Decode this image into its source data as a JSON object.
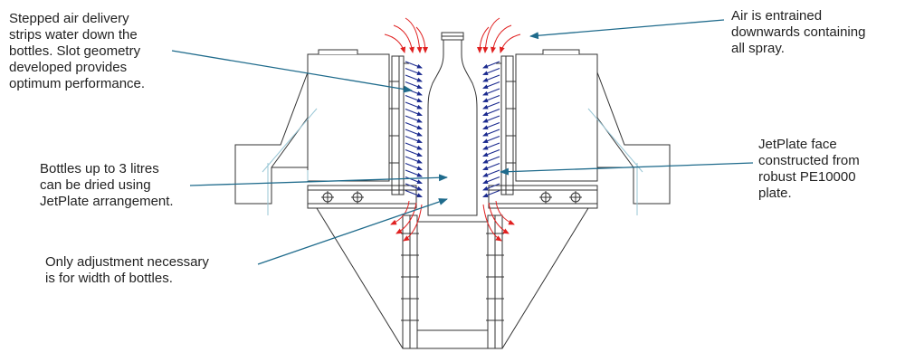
{
  "callouts": {
    "stepped_air": [
      "Stepped air delivery",
      "strips water down the",
      "bottles. Slot geometry",
      "developed provides",
      "optimum performance."
    ],
    "air_entrained": [
      "Air is entrained",
      "downwards containing",
      "all spray."
    ],
    "bottles": [
      "Bottles up to 3 litres",
      "can be dried using",
      "JetPlate arrangement."
    ],
    "jetplate": [
      "JetPlate face",
      "constructed from",
      "robust PE10000",
      "plate."
    ],
    "adjustment": [
      "Only adjustment necessary",
      "is for width of bottles."
    ]
  },
  "colors": {
    "leader_line": "#1f6b8c",
    "air_jet": "#1c2b8f",
    "airflow": "#e02020",
    "outline": "#333333"
  }
}
